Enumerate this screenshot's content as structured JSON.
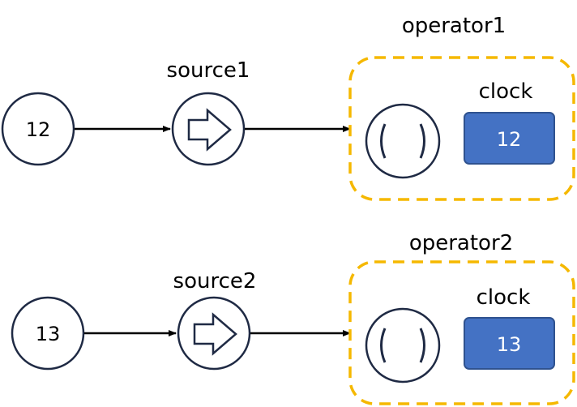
{
  "rows": [
    {
      "input_value": "12",
      "source_label": "source1",
      "operator_label": "operator1",
      "clock_label": "clock",
      "clock_value": "12"
    },
    {
      "input_value": "13",
      "source_label": "source2",
      "operator_label": "operator2",
      "clock_label": "clock",
      "clock_value": "13"
    }
  ],
  "colors": {
    "stroke": "#1f2a44",
    "operator_border": "#f5b800",
    "clock_fill": "#4472c4",
    "clock_border": "#2f528f"
  },
  "icons": {
    "source": "right-arrow-icon",
    "operator": "bracket-pair-icon"
  }
}
